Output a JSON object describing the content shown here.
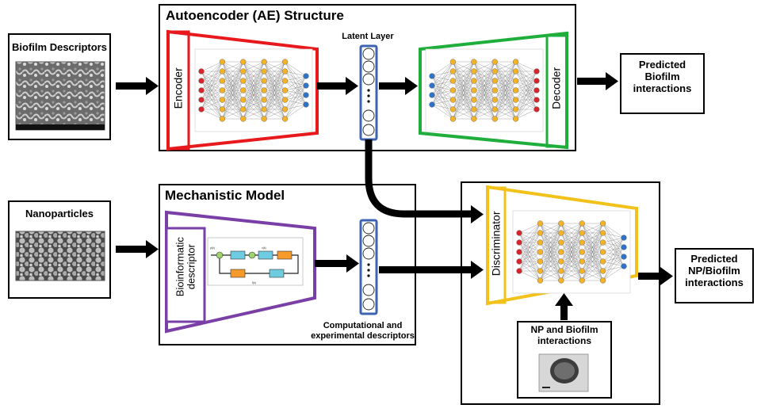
{
  "inputs": {
    "biofilm_descriptors": "Biofilm Descriptors",
    "nanoparticles": "Nanoparticles"
  },
  "autoencoder": {
    "title": "Autoencoder (AE) Structure",
    "encoder_label": "Encoder",
    "decoder_label": "Decoder",
    "encoder_color": "#e8191c",
    "decoder_color": "#1fae3b"
  },
  "latent": {
    "label": "Latent Layer",
    "color": "#3e63b0"
  },
  "mechanistic": {
    "title": "Mechanistic Model",
    "descriptor_label_line1": "Bioinformatic",
    "descriptor_label_line2": "descriptor",
    "color": "#7a3fa6",
    "descriptors_caption_line1": "Computational and",
    "descriptors_caption_line2": "experimental descriptors"
  },
  "discriminator": {
    "label": "Discriminator",
    "color": "#f2c21b"
  },
  "outputs": {
    "predicted_biofilm_line1": "Predicted",
    "predicted_biofilm_line2": "Biofilm",
    "predicted_biofilm_line3": "interactions",
    "predicted_np_line1": "Predicted",
    "predicted_np_line2": "NP/Biofilm",
    "predicted_np_line3": "interactions"
  },
  "interactions": {
    "line1": "NP and Biofilm",
    "line2": "interactions"
  },
  "node_colors": {
    "input": "#d7262b",
    "hidden": "#f4b326",
    "output": "#2f73c6"
  }
}
